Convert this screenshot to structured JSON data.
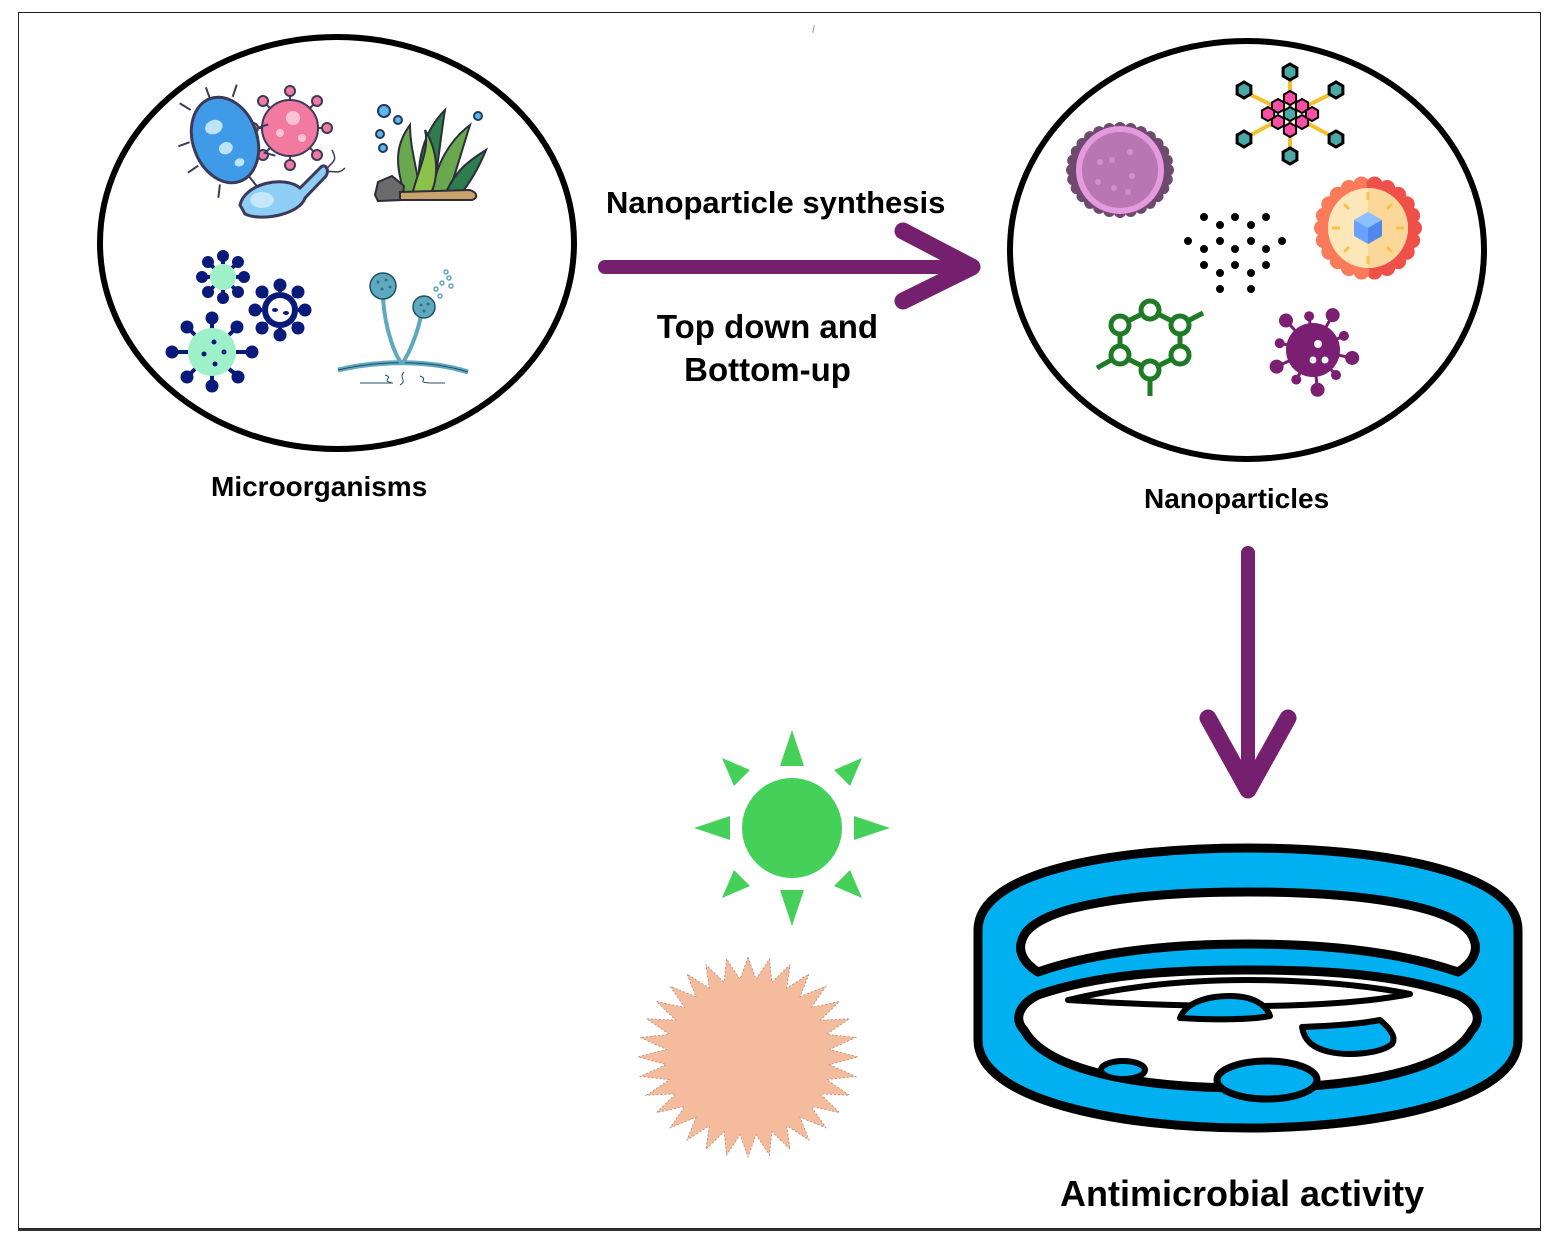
{
  "diagram": {
    "type": "process-flow",
    "nodes": [
      {
        "id": "microorganisms",
        "label": "Microorganisms",
        "icons": [
          "bacteria-cluster-icon",
          "seaweed-algae-icon",
          "virus-cluster-icon",
          "fungus-mold-icon"
        ]
      },
      {
        "id": "nanoparticles",
        "label": "Nanoparticles",
        "icons": [
          "spiky-sphere-nanoparticle-icon",
          "hexagonal-molecule-icon",
          "dot-cluster-icon",
          "liposome-cube-icon",
          "ring-molecule-icon",
          "virus-particle-icon"
        ]
      },
      {
        "id": "antimicrobial",
        "label": "Antimicrobial activity",
        "icons": [
          "petri-dish-icon",
          "sun-icon",
          "starburst-icon"
        ]
      }
    ],
    "edges": [
      {
        "from": "microorganisms",
        "to": "nanoparticles",
        "label_above": "Nanoparticle synthesis",
        "label_below_lines": [
          "Top down and",
          "Bottom-up"
        ]
      },
      {
        "from": "nanoparticles",
        "to": "antimicrobial"
      }
    ]
  },
  "labels": {
    "microorganisms": "Microorganisms",
    "nanoparticles": "Nanoparticles",
    "synthesis": "Nanoparticle synthesis",
    "method_line1": "Top down and",
    "method_line2": "Bottom-up",
    "antimicrobial": "Antimicrobial activity"
  },
  "colors": {
    "arrow": "#74206f",
    "petri_dish": "#00b0f0",
    "sun": "#45d05a",
    "starburst": "#f4bb9c",
    "outline": "#000000"
  }
}
